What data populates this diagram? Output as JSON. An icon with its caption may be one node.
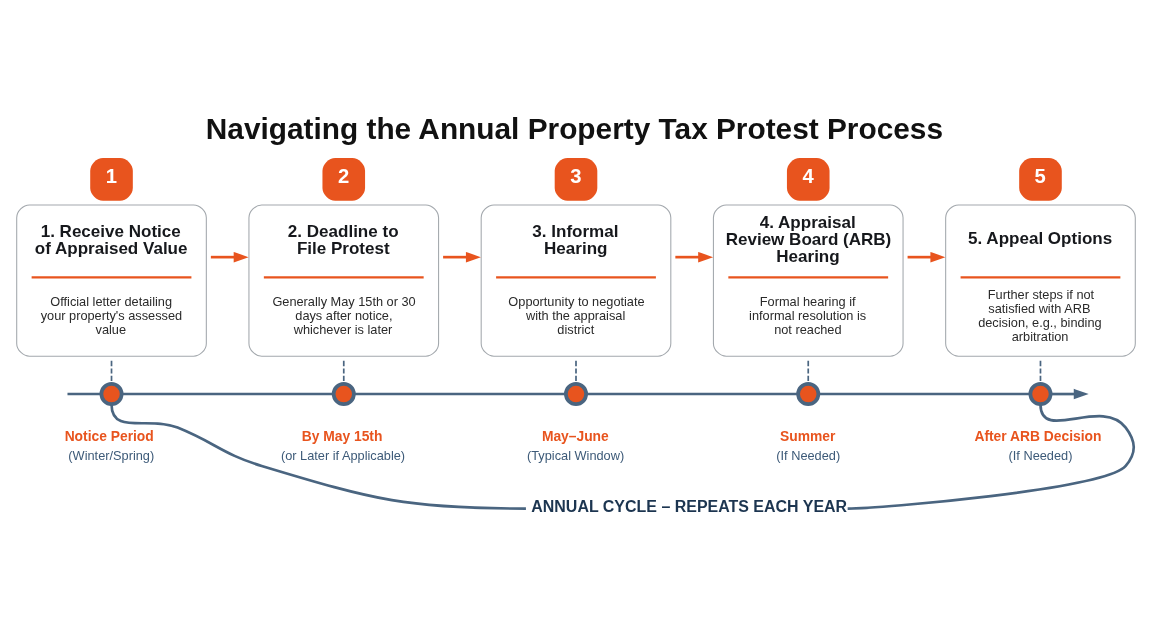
{
  "diagram": {
    "title": "Navigating the Annual Property Tax Protest Process",
    "nodes": [
      {
        "text": [
          "1",
          "1. Receive Notice of Appraised Value",
          "Official letter detailing your property's assessed value"
        ]
      },
      {
        "text": [
          "2",
          "2. Deadline to File Protest",
          "Generally May 15th or 30 days after notice, whichever is later"
        ]
      },
      {
        "text": [
          "3",
          "3. Informal Hearing",
          "Opportunity to negotiate with the appraisal district"
        ]
      },
      {
        "text": [
          "4",
          "4. Appraisal Review Board (ARB) Hearing",
          "Formal hearing if informal resolution is not reached"
        ]
      },
      {
        "text": [
          "5",
          "5. Appeal Options",
          "Further steps if not satisfied with ARB decision, e.g., binding arbitration"
        ]
      },
      {
        "text": [],
        "shape": "circle",
        "beside": [
          "Notice Period",
          "(Winter/Spring)"
        ]
      },
      {
        "text": [],
        "shape": "circle",
        "beside": [
          "By May 15th",
          "(or Later if Applicable)"
        ]
      },
      {
        "text": [],
        "shape": "circle",
        "beside": [
          "May–June",
          "(Typical Window)"
        ]
      },
      {
        "text": [],
        "shape": "circle",
        "beside": [
          "Summer",
          "(If Needed)"
        ]
      },
      {
        "text": [],
        "shape": "circle",
        "beside": [
          "After ARB Decision",
          "(If Needed)"
        ]
      },
      {
        "text": [
          "ANNUAL CYCLE – REPEATS EACH YEAR"
        ]
      }
    ],
    "edges": [
      {
        "from": 0,
        "to": 1,
        "arrow": "to",
        "color": "#e8541e"
      },
      {
        "from": 1,
        "to": 2,
        "arrow": "to",
        "color": "#e8541e"
      },
      {
        "from": 2,
        "to": 3,
        "arrow": "to",
        "color": "#e8541e"
      },
      {
        "from": 3,
        "to": 4,
        "arrow": "to",
        "color": "#e8541e"
      },
      {
        "from": 0,
        "to": 5,
        "arrow": "none",
        "style": "dashed"
      },
      {
        "from": 1,
        "to": 6,
        "arrow": "none",
        "style": "dashed"
      },
      {
        "from": 2,
        "to": 7,
        "arrow": "none",
        "style": "dashed"
      },
      {
        "from": 3,
        "to": 8,
        "arrow": "none",
        "style": "dashed"
      },
      {
        "from": 4,
        "to": 9,
        "arrow": "none",
        "style": "dashed"
      },
      {
        "from": null,
        "to": 5,
        "arrow": "none"
      },
      {
        "from": 5,
        "to": 6,
        "arrow": "none"
      },
      {
        "from": 6,
        "to": 7,
        "arrow": "none"
      },
      {
        "from": 7,
        "to": 8,
        "arrow": "none"
      },
      {
        "from": 8,
        "to": 9,
        "arrow": "none"
      },
      {
        "from": 9,
        "to": null,
        "arrow": "to"
      },
      {
        "from": 5,
        "to": 10,
        "arrow": "none"
      },
      {
        "from": 9,
        "to": 10,
        "arrow": "none"
      }
    ]
  }
}
